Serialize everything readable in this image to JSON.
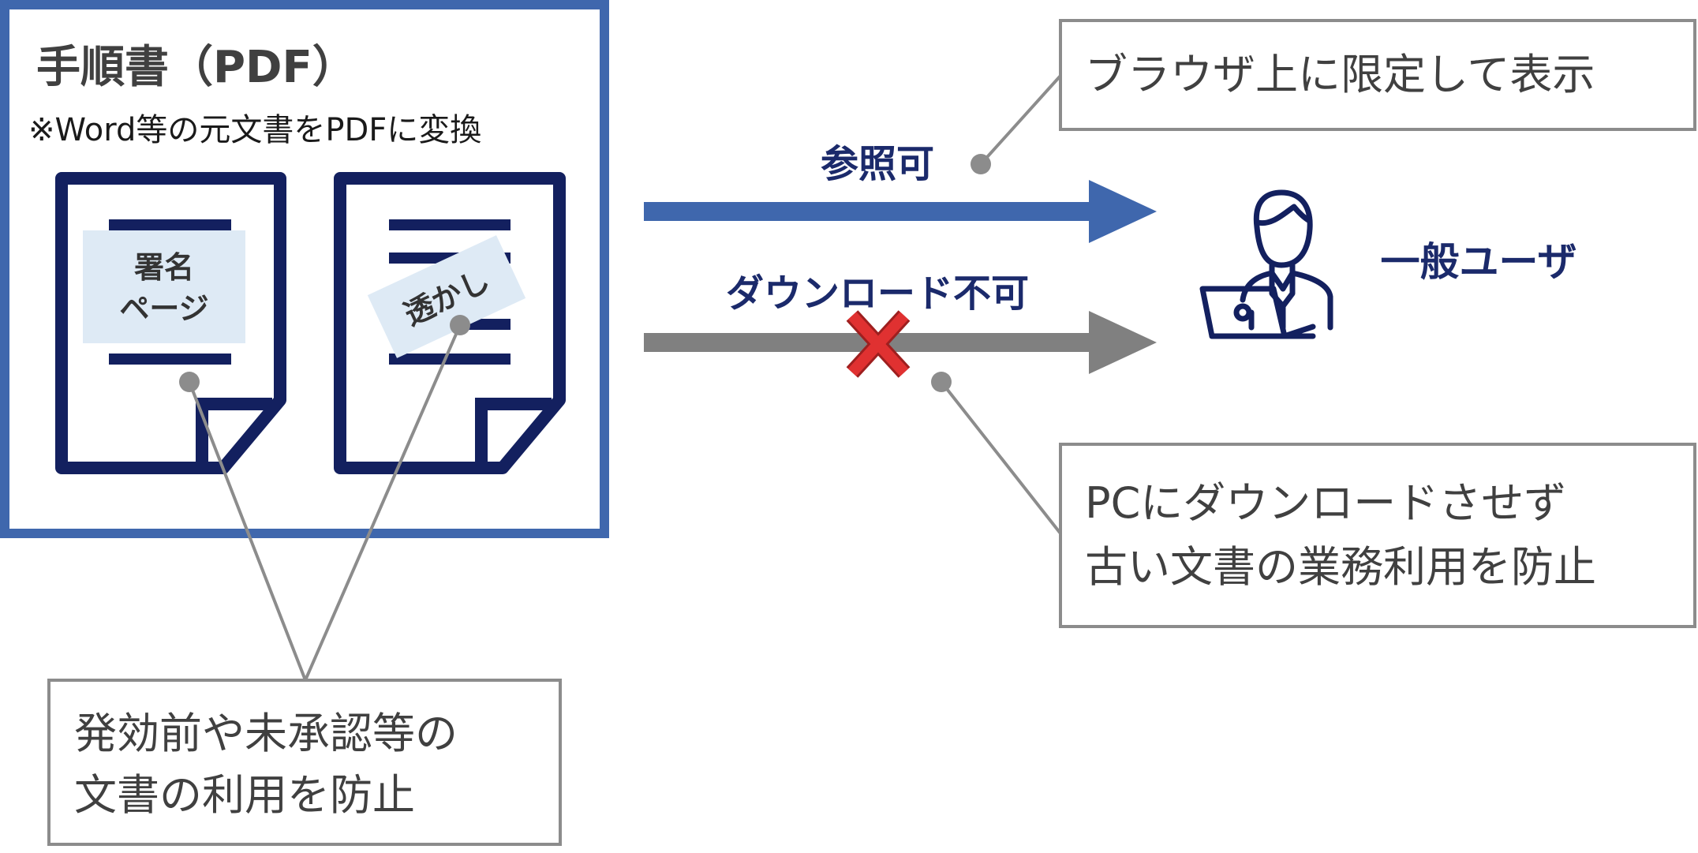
{
  "panel": {
    "title": "手順書（PDF）",
    "subtitle": "※Word等の元文書をPDFに変換"
  },
  "documents": {
    "signature_label_line1": "署名",
    "signature_label_line2": "ページ",
    "watermark_label": "透かし"
  },
  "arrows": {
    "view_label": "参照可",
    "download_label": "ダウンロード不可"
  },
  "user": {
    "label": "一般ユーザ"
  },
  "callouts": {
    "browser_only": "ブラウザ上に限定して表示",
    "no_download_line1": "PCにダウンロードさせず",
    "no_download_line2": "古い文書の業務利用を防止",
    "prevent_use_line1": "発効前や未承認等の",
    "prevent_use_line2": "文書の利用を防止"
  },
  "colors": {
    "panel_border": "#3f67ad",
    "doc_stroke": "#13205f",
    "label_fill": "#deeaf5",
    "view_arrow": "#3f67ad",
    "download_arrow": "#808080",
    "cross": "#d62828",
    "callout_border": "#8c8c8c",
    "label_text": "#1b2a6b"
  },
  "icons": {
    "user": "user-with-laptop-icon",
    "cross": "cross-icon"
  }
}
